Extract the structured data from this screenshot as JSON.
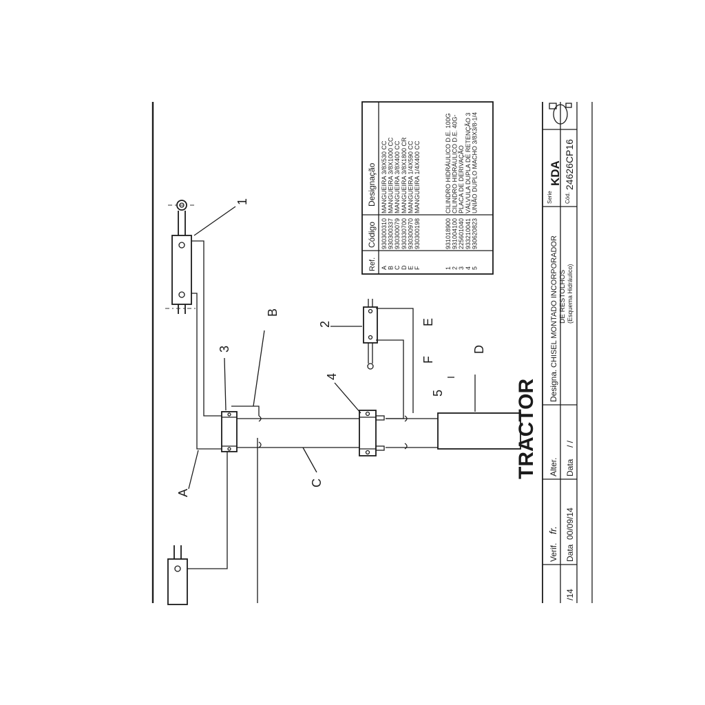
{
  "callouts": {
    "n1": "1",
    "n2": "2",
    "n3": "3",
    "n4": "4",
    "n5": "5",
    "lA": "A",
    "lB": "B",
    "lC": "C",
    "lD": "D",
    "lE": "E",
    "lF": "F"
  },
  "tractor_label": "TRACTOR",
  "parts_table": {
    "headers": {
      "ref": "Ref.",
      "code": "Código",
      "desig": "Designação"
    },
    "hoses": [
      {
        "ref": "A",
        "code": "930300310",
        "desig": "MANGUEIRA 3/8X530 CC"
      },
      {
        "ref": "B",
        "code": "930300337",
        "desig": "MANGUEIRA 3/8X1000 CC"
      },
      {
        "ref": "C",
        "code": "930300079",
        "desig": "MANGUEIRA 3/8X400 CC"
      },
      {
        "ref": "D",
        "code": "930330700",
        "desig": "MANGUEIRA 3/8X1800 CR"
      },
      {
        "ref": "E",
        "code": "930300970",
        "desig": "MANGUEIRA 1/4X590 CC"
      },
      {
        "ref": "F",
        "code": "930300198",
        "desig": "MANGUEIRA 1/4X400 CC"
      }
    ],
    "components": [
      {
        "ref": "1",
        "code": "931018900",
        "desig": "CILINDRO HIDRÁULICO D.E. 100G"
      },
      {
        "ref": "2",
        "code": "931004100",
        "desig": "CILINDRO HIDRÁULICO D.E. 40G-"
      },
      {
        "ref": "3",
        "code": "225601040",
        "desig": "PLACA DE DERIVAÇÃO"
      },
      {
        "ref": "4",
        "code": "933210041",
        "desig": "VÁLVULA DUPLA DE RETENÇÃO 3"
      },
      {
        "ref": "5",
        "code": "930620823",
        "desig": "UNIÃO DUPLO MACHO 3/8X3/8-1/4"
      }
    ]
  },
  "title_block": {
    "desig_label": "Designa.",
    "desig_line1": "CHISEL MONTADO INCORPORADOR",
    "desig_line2": "DE RESTOLHOS",
    "desig_line3": "(Esquema Hidráulico)",
    "serie_label": "Serie",
    "serie_value": "KDA",
    "cod_label": "Cód.",
    "cod_value": "24626CP16",
    "verif_label": "Verif.",
    "verif_sign": "fr.",
    "data_label1": "Data",
    "data_value1": "00/09/14",
    "alter_label": "Alter.",
    "data_label2": "Data",
    "data_value2": "/ /",
    "left_data": "/14"
  },
  "colors": {
    "ink": "#1a1a1a",
    "paper": "#ffffff"
  }
}
